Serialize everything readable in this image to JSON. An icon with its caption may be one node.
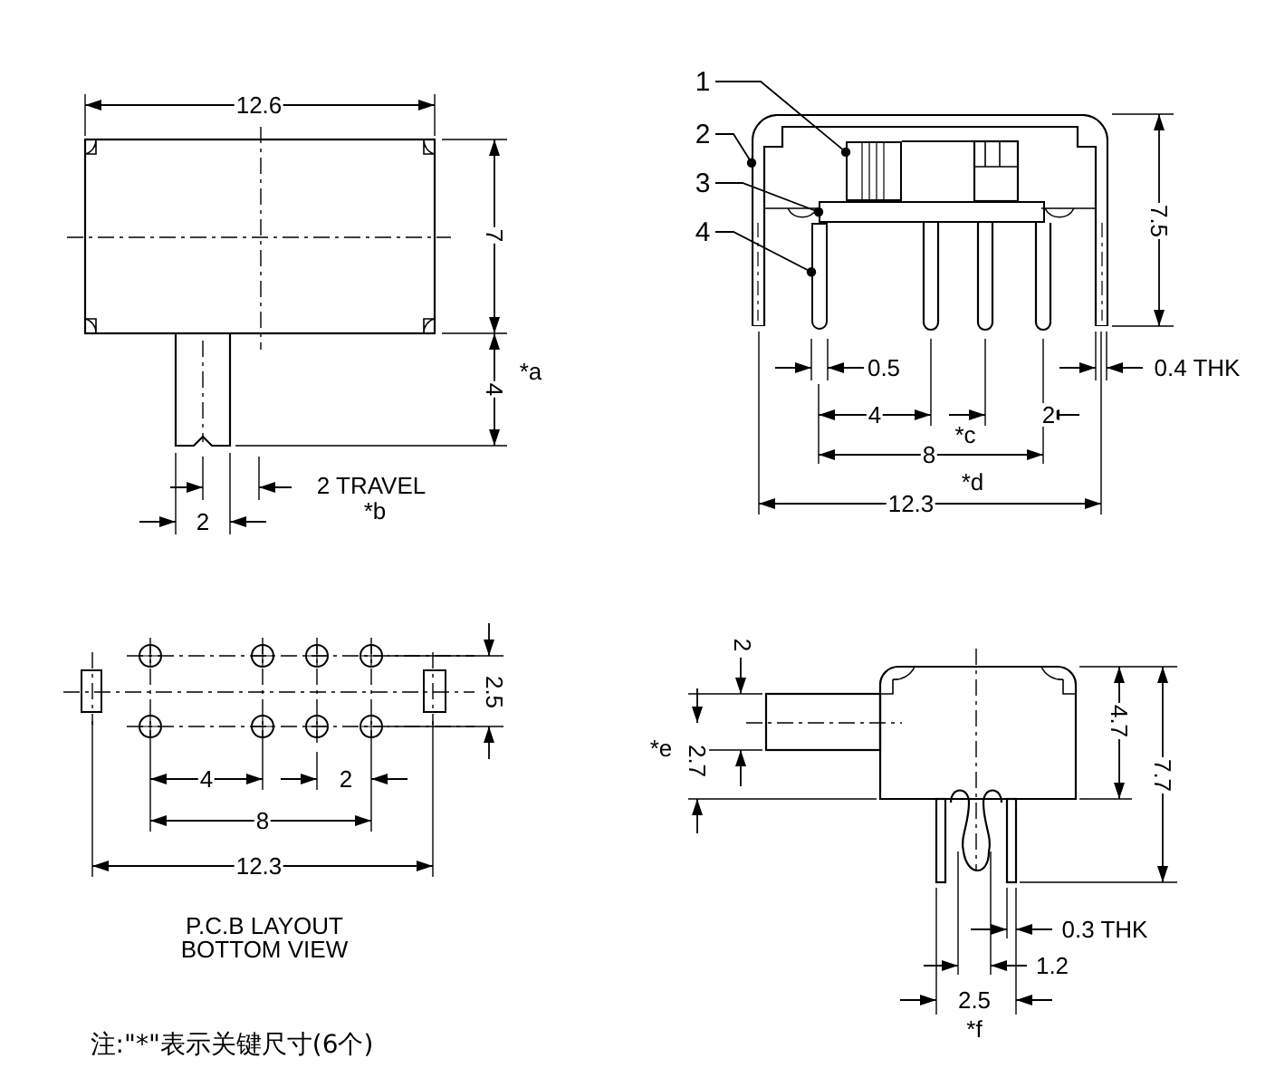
{
  "diagram": {
    "nodes": [
      {
        "text": [
          "1"
        ]
      },
      {
        "text": [
          "2"
        ]
      },
      {
        "text": [
          "3"
        ]
      },
      {
        "text": [
          "4"
        ]
      },
      {
        "text": [],
        "shape": "box"
      },
      {
        "text": [],
        "shape": "picture"
      },
      {
        "text": [],
        "shape": "box"
      },
      {
        "text": [],
        "shape": "box"
      }
    ],
    "edges": [
      {
        "from": 0,
        "to": 4,
        "arrow": "other"
      },
      {
        "from": 1,
        "to": 5,
        "arrow": "other"
      },
      {
        "from": 2,
        "to": 6,
        "arrow": "other"
      },
      {
        "from": 3,
        "to": 7,
        "arrow": "other"
      }
    ],
    "labels": [
      "12.6",
      "7.5",
      "7",
      "0.5",
      "0.4 THK",
      "4",
      "*a",
      "4",
      "2",
      "*c",
      "8",
      "2 TRAVEL",
      "*d",
      "12.3",
      "*b",
      "2",
      "2",
      "2.5",
      "4.7",
      "*e",
      "2.7",
      "7.7",
      "4",
      "2",
      "8",
      "12.3",
      "P.C.B LAYOUT",
      "BOTTOM VIEW",
      "0.3 THK",
      "1.2",
      "2.5",
      "*f",
      "注:\"*\"表示关键尺寸(6个)"
    ]
  }
}
